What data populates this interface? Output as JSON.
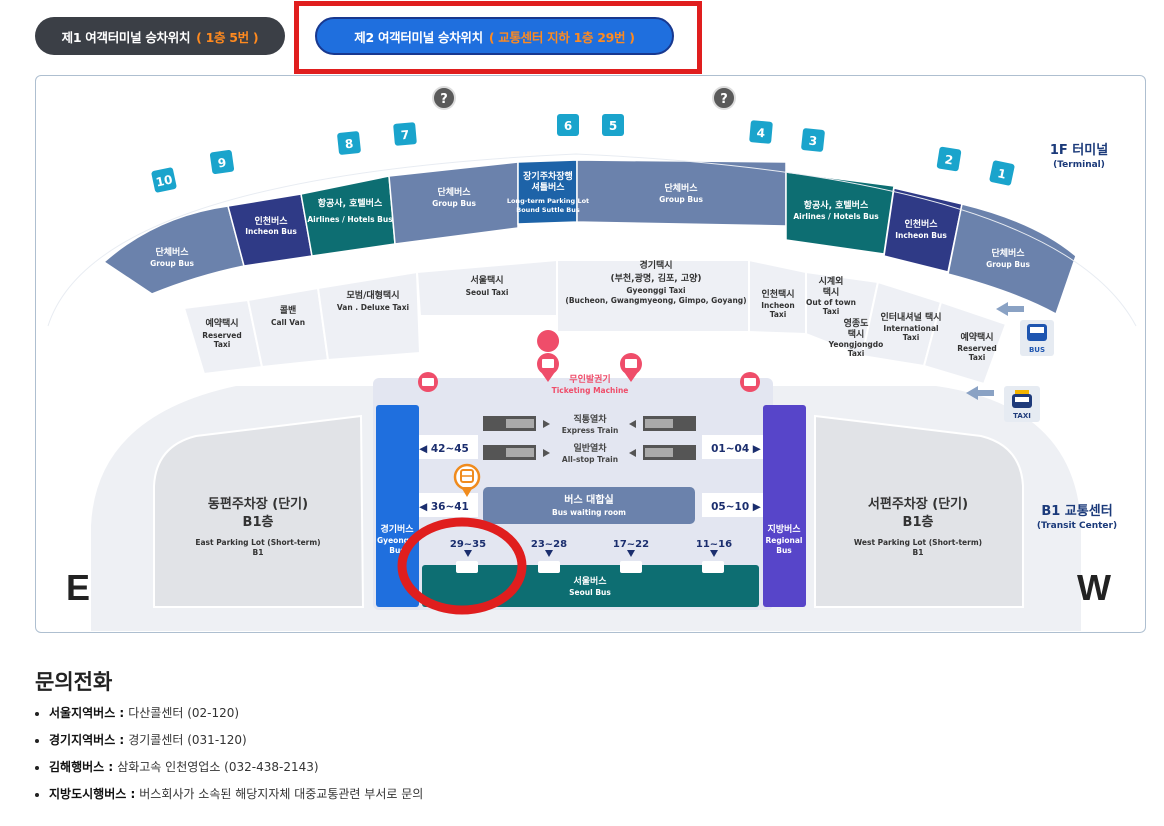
{
  "tabs": [
    {
      "label": "제1 여객터미널 승차위치",
      "highlight": "( 1층 5번 )"
    },
    {
      "label": "제2 여객터미널 승차위치",
      "highlight": "( 교통센터 지하 1층 29번 )"
    }
  ],
  "map": {
    "terminal_label": "1F 터미널",
    "terminal_label_en": "(Terminal)",
    "transit_label": "B1 교통센터",
    "transit_label_en": "(Transit Center)",
    "gate_numbers": [
      "10",
      "9",
      "8",
      "7",
      "6",
      "5",
      "4",
      "3",
      "2",
      "1"
    ],
    "help_icon": "?",
    "bus_zones": [
      {
        "ko": "단체버스",
        "en": "Group Bus"
      },
      {
        "ko": "인천버스",
        "en": "Incheon Bus"
      },
      {
        "ko": "항공사, 호텔버스",
        "en": "Airlines / Hotels Bus"
      },
      {
        "ko": "단체버스",
        "en": "Group Bus"
      },
      {
        "ko": "장기주차장행 셔틀버스",
        "en": "Long-term Parking Lot Bound Suttle Bus"
      },
      {
        "ko": "단체버스",
        "en": "Group Bus"
      },
      {
        "ko": "항공사, 호텔버스",
        "en": "Airlines / Hotels Bus"
      },
      {
        "ko": "인천버스",
        "en": "Incheon Bus"
      },
      {
        "ko": "단체버스",
        "en": "Group Bus"
      }
    ],
    "taxi_zones": [
      {
        "ko": "예약택시",
        "en": "Reserved Taxi"
      },
      {
        "ko": "콜밴",
        "en": "Call Van"
      },
      {
        "ko": "모범/대형택시",
        "en": "Van . Deluxe Taxi"
      },
      {
        "ko": "서울택시",
        "en": "Seoul Taxi"
      },
      {
        "ko": "경기택시 (부천,광명, 김포, 고양)",
        "en": "Gyeonggi Taxi (Bucheon, Gwangmyeong, Gimpo, Goyang)"
      },
      {
        "ko": "인천택시",
        "en": "Incheon Taxi"
      },
      {
        "ko": "시계외 택시",
        "en": "Out of town Taxi"
      },
      {
        "ko": "영종도 택시",
        "en": "Yeongjongdo Taxi"
      },
      {
        "ko": "인터내셔널 택시",
        "en": "International Taxi"
      },
      {
        "ko": "예약택시",
        "en": "Reserved Taxi"
      }
    ],
    "bus_icon_label": "BUS",
    "taxi_icon_label": "TAXI",
    "ticketing": {
      "ko": "무인발권기",
      "en": "Ticketing Machine"
    },
    "express_train": {
      "ko": "직통열차",
      "en": "Express Train"
    },
    "allstop_train": {
      "ko": "일반열차",
      "en": "All-stop Train"
    },
    "gates_left_1": "42~45",
    "gates_left_2": "36~41",
    "gates_right_1": "01~04",
    "gates_right_2": "05~10",
    "waiting_room": {
      "ko": "버스 대합실",
      "en": "Bus waiting room"
    },
    "gyeonggi_bus": {
      "ko": "경기버스",
      "en": "Gyeonggi Bus"
    },
    "regional_bus": {
      "ko": "지방버스",
      "en": "Regional Bus"
    },
    "seoul_bus": {
      "ko": "서울버스",
      "en": "Seoul Bus"
    },
    "seoul_gates": [
      "29~35",
      "23~28",
      "17~22",
      "11~16"
    ],
    "east_parking": {
      "ko": "동편주차장 (단기)",
      "floor": "B1층",
      "en": "East Parking Lot (Short-term)",
      "en_floor": "B1"
    },
    "west_parking": {
      "ko": "서편주차장 (단기)",
      "floor": "B1층",
      "en": "West Parking Lot (Short-term)",
      "en_floor": "B1"
    },
    "east_letter": "E",
    "west_letter": "W"
  },
  "inquiry": {
    "title": "문의전화",
    "items": [
      {
        "key": "서울지역버스 :",
        "value": "다산콜센터 (02-120)"
      },
      {
        "key": "경기지역버스 :",
        "value": "경기콜센터 (031-120)"
      },
      {
        "key": "김해행버스 :",
        "value": "삼화고속 인천영업소 (032-438-2143)"
      },
      {
        "key": "지방도시행버스 :",
        "value": "버스회사가 소속된 해당지자체 대중교통관련 부서로 문의"
      }
    ]
  },
  "colors": {
    "group_bus": "#6b82ac",
    "incheon_bus": "#2f3a86",
    "airline_bus": "#0d6e72",
    "shuttle_bus": "#1d63a8",
    "gate_badge": "#1aa4cc",
    "highlight_red": "#e01e1e",
    "gyeonggi_bus": "#1f6fde",
    "regional_bus": "#5745c9",
    "seoul_bus": "#0d6e72",
    "waiting_room": "#6b82ac"
  }
}
